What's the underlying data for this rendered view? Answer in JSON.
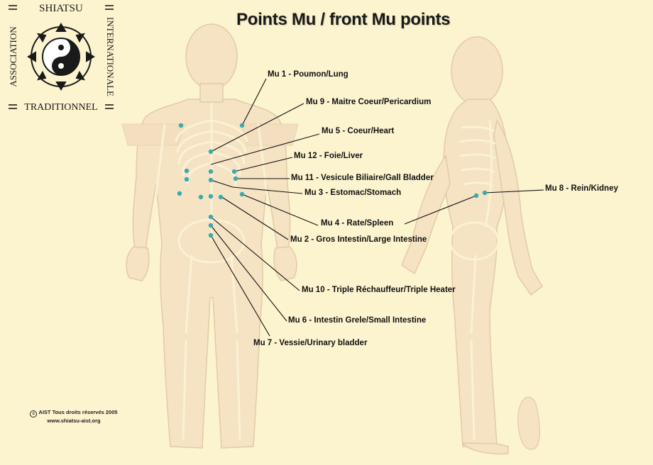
{
  "title": "Points Mu / front Mu points",
  "logo": {
    "top_text": "SHIATSU",
    "bottom_text": "TRADITIONNEL",
    "left_text": "ASSOCIATION",
    "right_text": "INTERNATIONALE"
  },
  "copyright": {
    "line1": "AIST Tous droits réservés 2005",
    "line2": "www.shiatsu-aist.org"
  },
  "points": [
    {
      "label": "Mu 1 - Poumon/Lung"
    },
    {
      "label": "Mu 9 - Maitre Coeur/Pericardium"
    },
    {
      "label": "Mu 5 - Coeur/Heart"
    },
    {
      "label": "Mu 12 - Foie/Liver"
    },
    {
      "label": "Mu 11 - Vesicule Biliaire/Gall Bladder"
    },
    {
      "label": "Mu 3 - Estomac/Stomach"
    },
    {
      "label": "Mu 4 - Rate/Spleen"
    },
    {
      "label": "Mu 2 - Gros Intestin/Large Intestine"
    },
    {
      "label": "Mu 10 - Triple Réchauffeur/Triple Heater"
    },
    {
      "label": "Mu 6 - Intestin Grele/Small Intestine"
    },
    {
      "label": "Mu 7 - Vessie/Urinary bladder"
    },
    {
      "label": "Mu 8 - Rein/Kidney"
    }
  ],
  "colors": {
    "background": "#fcf4cf",
    "body": "#f5e3c4",
    "bone": "#fbf1d5",
    "outline": "#e2cba6",
    "point": "#3aaab0",
    "leader": "#111111"
  }
}
